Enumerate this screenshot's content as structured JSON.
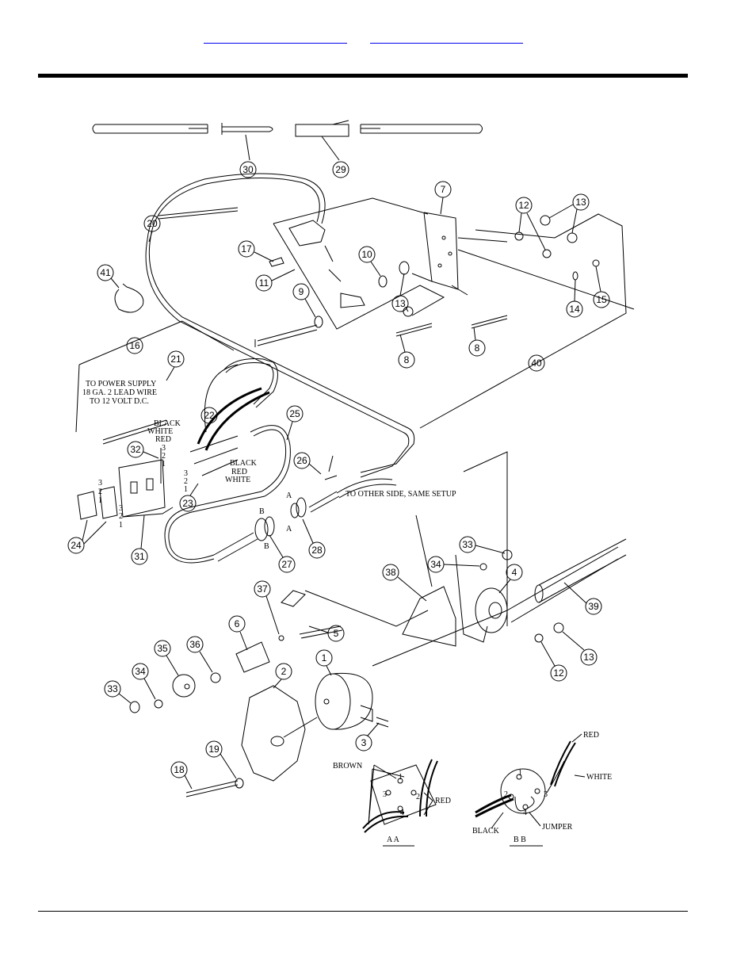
{
  "header": {
    "links": [
      "",
      ""
    ]
  },
  "callouts": [
    "30",
    "29",
    "20",
    "17",
    "11",
    "7",
    "12",
    "13",
    "10",
    "9",
    "13",
    "8",
    "8",
    "14",
    "15",
    "41",
    "16",
    "21",
    "40",
    "22",
    "25",
    "32",
    "26",
    "23",
    "24",
    "31",
    "27",
    "28",
    "33",
    "34",
    "4",
    "38",
    "37",
    "39",
    "6",
    "5",
    "36",
    "35",
    "34",
    "33",
    "1",
    "2",
    "3",
    "12",
    "13",
    "19",
    "18"
  ],
  "labels": {
    "power_supply": [
      "TO POWER SUPPLY",
      "18 GA. 2 LEAD WIRE",
      "TO 12 VOLT D.C."
    ],
    "wires_upper": [
      "BLACK",
      "WHITE",
      "RED"
    ],
    "wires_lower": [
      "BLACK",
      "RED",
      "WHITE"
    ],
    "pins_upper": [
      "3",
      "2",
      "1"
    ],
    "pins_lower": [
      "3",
      "2",
      "1"
    ],
    "pins_switch": [
      "3",
      "2",
      "1"
    ],
    "pins_switch2": [
      "3",
      "2",
      "1"
    ],
    "section_b": "B",
    "section_a": "A",
    "other_side": "TO OTHER SIDE, SAME SETUP",
    "view_aa": {
      "title": "A  A",
      "brown": "BROWN",
      "red": "RED",
      "pins": [
        "1",
        "2",
        "3",
        "4"
      ]
    },
    "view_bb": {
      "title": "B  B",
      "red": "RED",
      "white": "WHITE",
      "black": "BLACK",
      "jumper": "JUMPER",
      "pins": [
        "1",
        "2",
        "3",
        "4"
      ]
    }
  }
}
